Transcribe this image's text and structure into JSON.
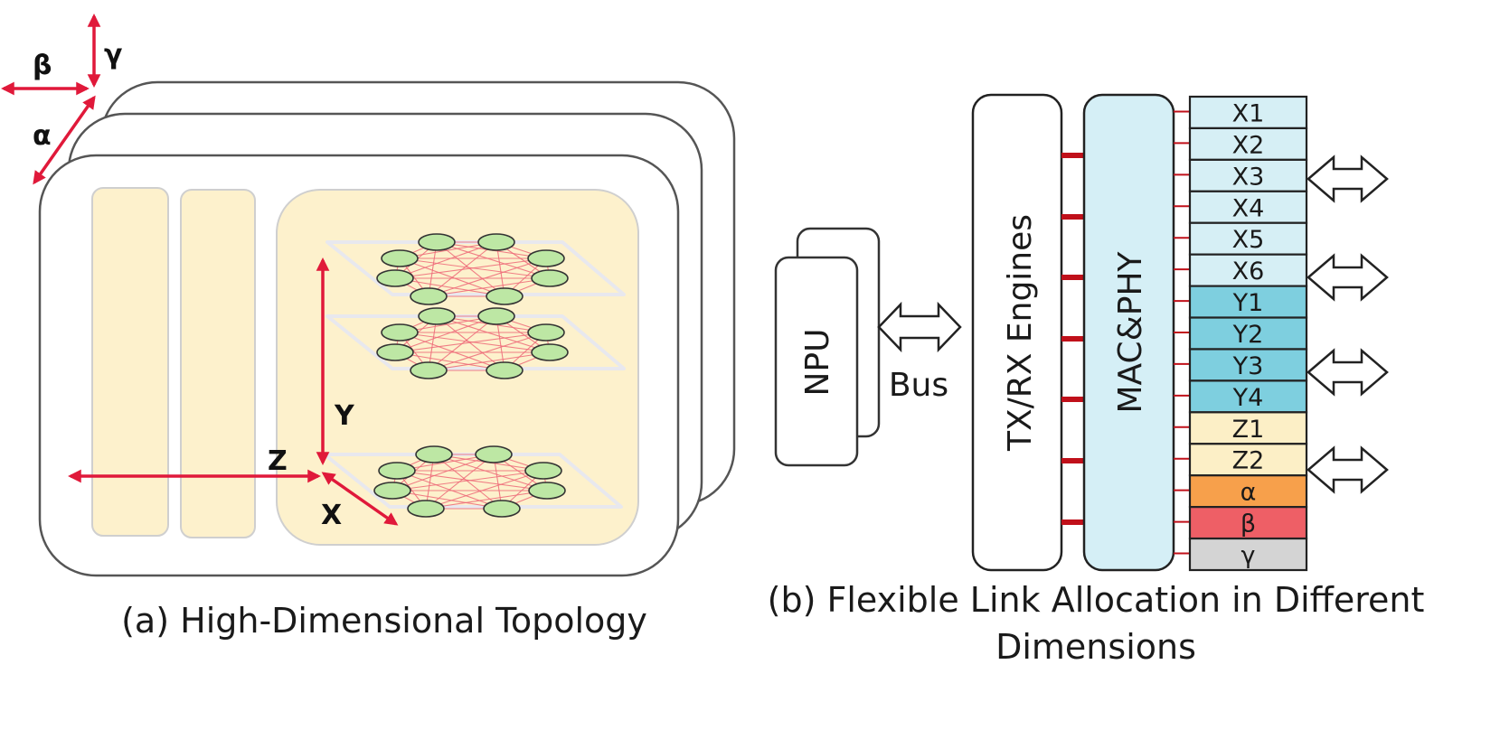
{
  "colors": {
    "red": "#e0193a",
    "panel_beige": "#fdf1cc",
    "x_band": "#d6eff5",
    "y_band": "#7ecfdf",
    "z_band": "#fcefc6",
    "alpha_band": "#f7a04b",
    "beta_band": "#ee5f66",
    "gamma_band": "#d4d4d4",
    "node_green": "#bde7a4",
    "mac_fill": "#d5eff6"
  },
  "left_panel": {
    "axis_beta": "β",
    "axis_gamma": "γ",
    "axis_alpha": "α",
    "axis_z": "Z",
    "axis_y": "Y",
    "axis_x": "X",
    "caption": "(a) High-Dimensional Topology"
  },
  "right_panel": {
    "npu_label": "NPU",
    "bus_label": "Bus",
    "txrx_label": "TX/RX Engines",
    "mac_label": "MAC&PHY",
    "ports": [
      "X1",
      "X2",
      "X3",
      "X4",
      "X5",
      "X6",
      "Y1",
      "Y2",
      "Y3",
      "Y4",
      "Z1",
      "Z2",
      "α",
      "β",
      "γ"
    ],
    "caption_line1": "(b) Flexible Link Allocation in Different",
    "caption_line2": "Dimensions"
  }
}
